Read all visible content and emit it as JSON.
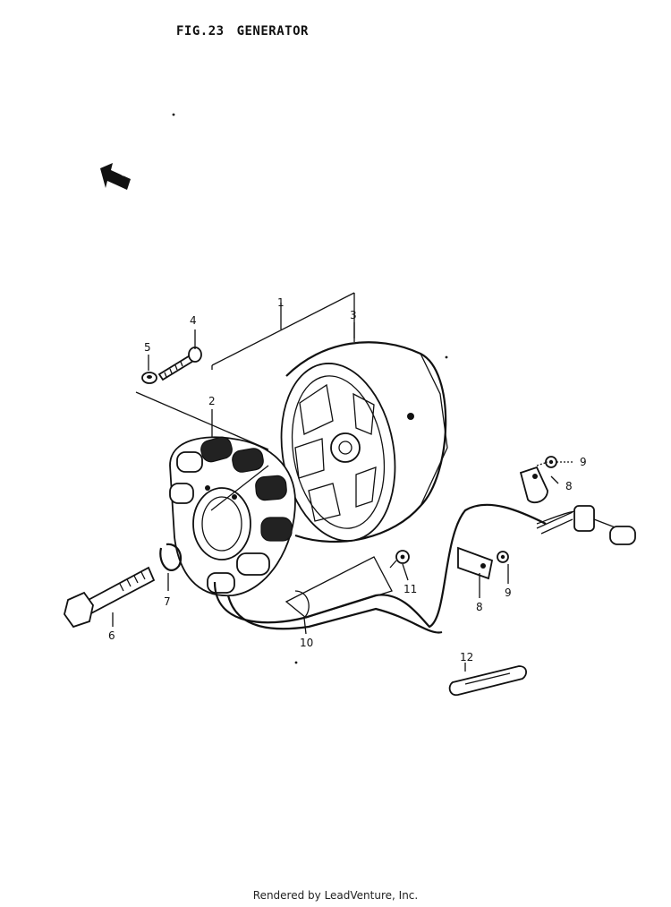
{
  "header": {
    "fig": "FIG.23",
    "title": "GENERATOR"
  },
  "callouts": {
    "c1": "1",
    "c2": "2",
    "c3": "3",
    "c4": "4",
    "c5": "5",
    "c6": "6",
    "c7": "7",
    "c8a": "8",
    "c8b": "8",
    "c9a": "9",
    "c9b": "9",
    "c10": "10",
    "c11": "11",
    "c12": "12"
  },
  "footer": {
    "text": "Rendered by LeadVenture, Inc."
  }
}
